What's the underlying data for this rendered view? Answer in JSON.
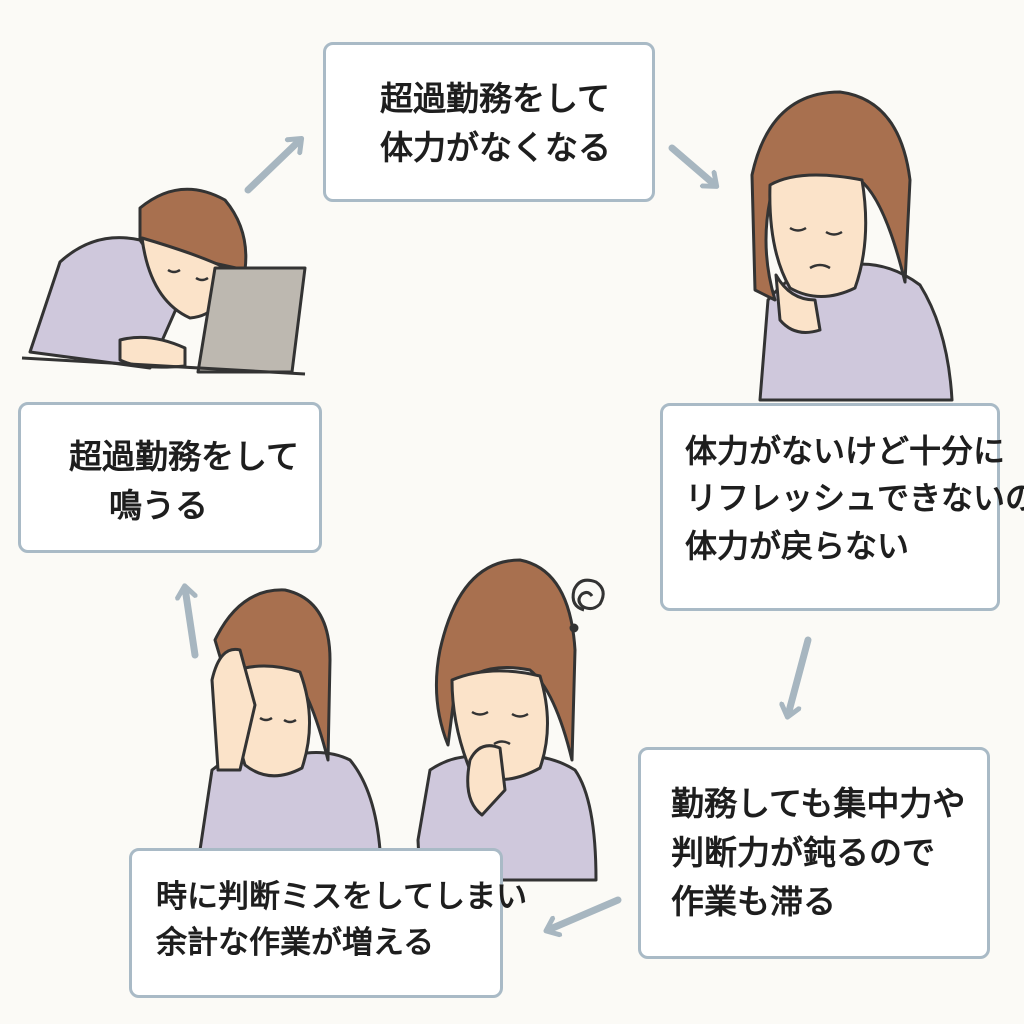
{
  "cycle": {
    "step1": {
      "lines": [
        "超過勤務をして",
        "体力がなくなる"
      ]
    },
    "step2": {
      "lines": [
        "体力がないけど十分に",
        "リフレッシュできないので",
        "体力が戻らない"
      ]
    },
    "step3": {
      "lines": [
        "勤務しても集中力や",
        "判断力が鈍るので",
        "作業も滞る"
      ]
    },
    "step4": {
      "lines": [
        "時に判断ミスをしてしまい",
        "余計な作業が増える"
      ]
    },
    "step5": {
      "lines": [
        "超過勤務をして",
        "鳴うる"
      ]
    }
  },
  "colors": {
    "arrow": "#a7b6c0",
    "box_border": "#a9bac6",
    "hair": "#a8704f",
    "skin": "#fbe3c9",
    "shirt": "#cfc8dc",
    "laptop": "#bdb8b0"
  }
}
